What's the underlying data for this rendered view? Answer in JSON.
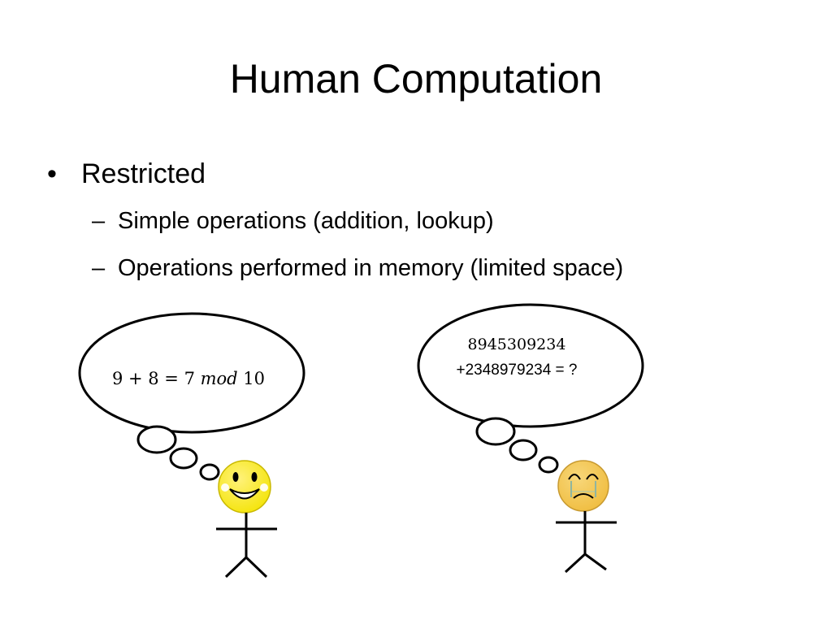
{
  "slide": {
    "title": "Human Computation",
    "bullets": [
      {
        "text": "Restricted",
        "sub_items": [
          "Simple operations (addition, lookup)",
          "Operations performed in memory (limited space)"
        ]
      }
    ]
  },
  "left_figure": {
    "expression": "9 + 8 = 7 ",
    "expression_mod": "mod",
    "expression_tail": " 10",
    "face": "smiley-face-icon",
    "face_color": "#f4e40a"
  },
  "right_figure": {
    "line1": "8945309234",
    "line2": "+2348979234 = ?",
    "face": "crying-face-icon",
    "face_color": "#f2c24a"
  },
  "symbols": {
    "bullet": "•",
    "dash": "–"
  }
}
